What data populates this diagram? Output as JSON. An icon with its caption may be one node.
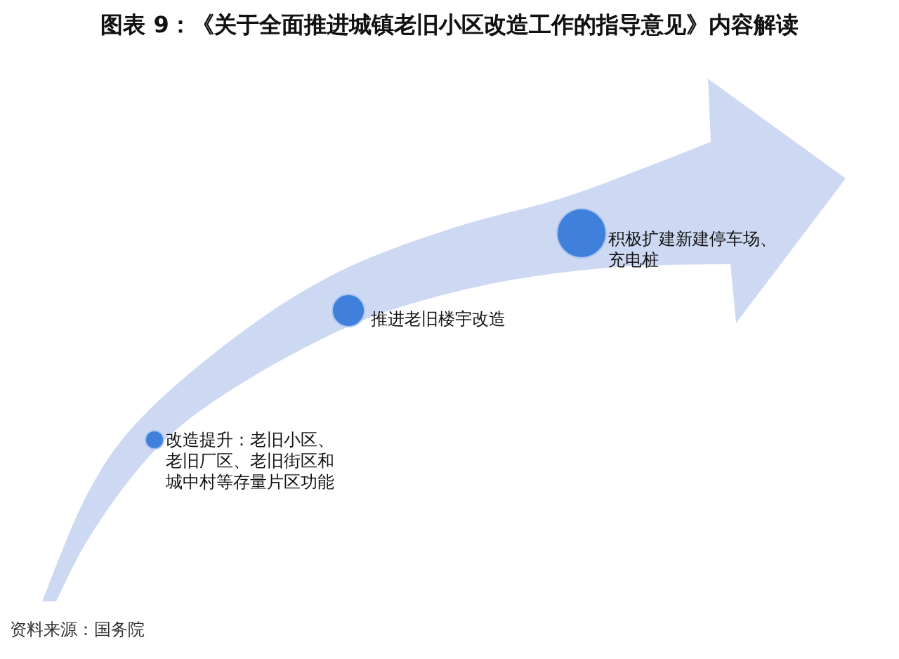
{
  "diagram": {
    "title": "图表 9：《关于全面推进城镇老旧小区改造工作的指导意见》内容解读",
    "nodes": [
      {
        "text": [],
        "shape": "circle",
        "beside": [
          "改造提升：老旧小区、老旧厂区、老旧街区和城中村等存量片区功能"
        ]
      },
      {
        "text": [],
        "shape": "circle",
        "beside": [
          "推进老旧楼宇改造"
        ]
      },
      {
        "text": [],
        "shape": "circle",
        "beside": [
          "积极扩建新建停车场、充电桩"
        ]
      }
    ],
    "labels": [
      "资料来源：国务院"
    ]
  }
}
